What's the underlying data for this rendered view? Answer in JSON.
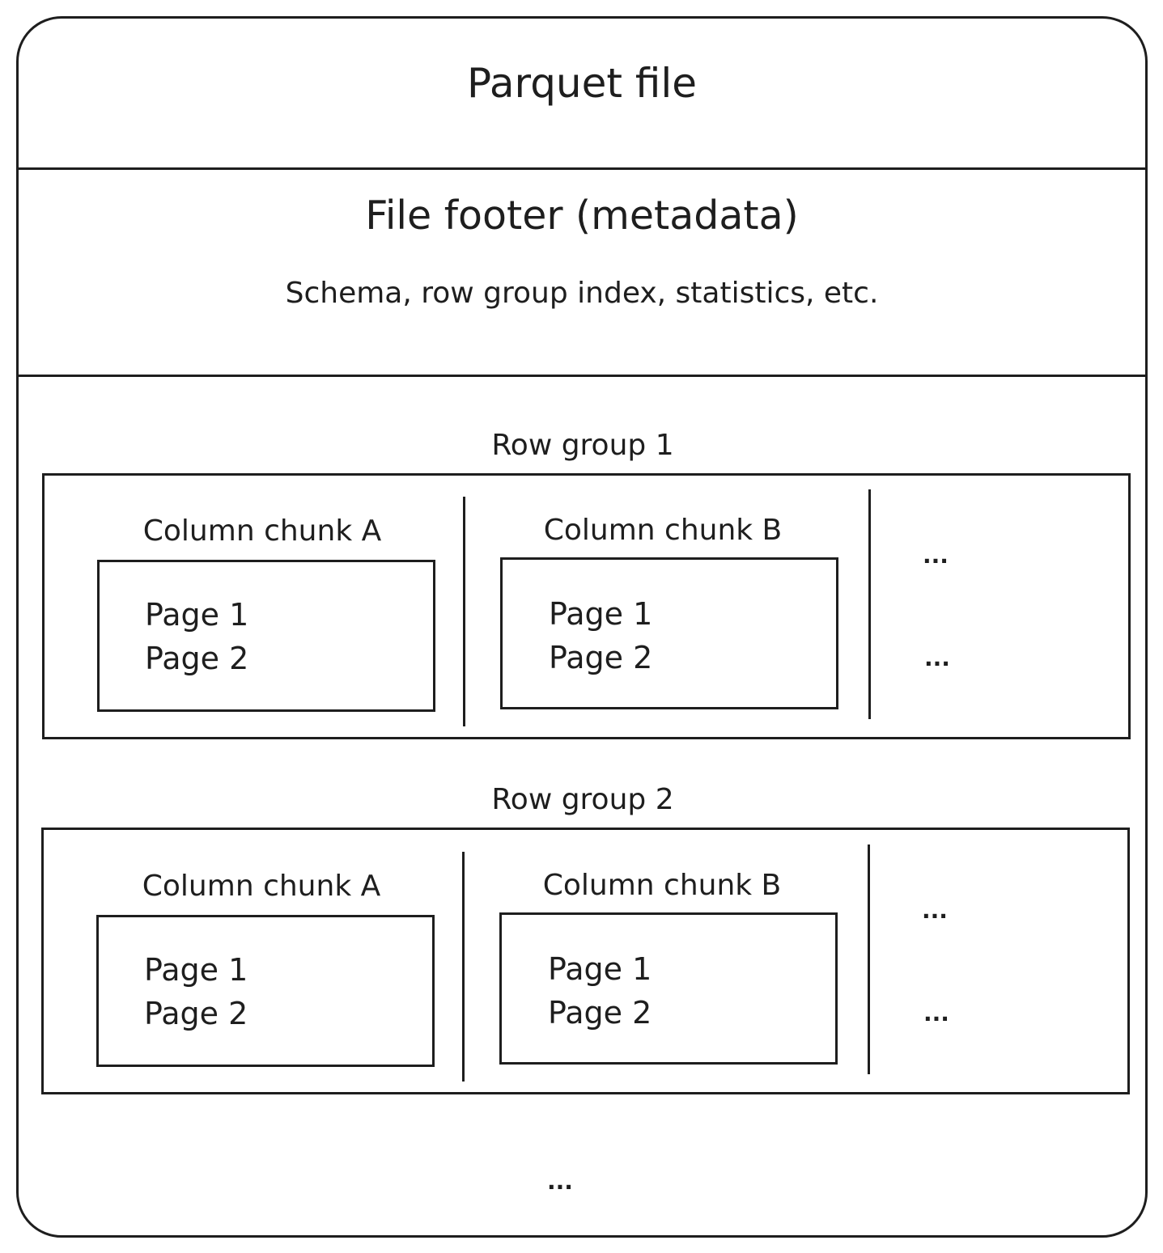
{
  "file": {
    "title": "Parquet file",
    "footer_title": "File footer (metadata)",
    "footer_subtitle": "Schema, row group index, statistics, etc.",
    "trailing_ellipsis": "..."
  },
  "row_groups": [
    {
      "label": "Row group 1",
      "chunks": [
        {
          "label": "Column chunk A",
          "pages": [
            "Page 1",
            "Page 2"
          ]
        },
        {
          "label": "Column chunk B",
          "pages": [
            "Page 1",
            "Page 2"
          ]
        }
      ],
      "more": [
        "...",
        "..."
      ]
    },
    {
      "label": "Row group 2",
      "chunks": [
        {
          "label": "Column chunk A",
          "pages": [
            "Page 1",
            "Page 2"
          ]
        },
        {
          "label": "Column chunk B",
          "pages": [
            "Page 1",
            "Page 2"
          ]
        }
      ],
      "more": [
        "...",
        "..."
      ]
    }
  ]
}
